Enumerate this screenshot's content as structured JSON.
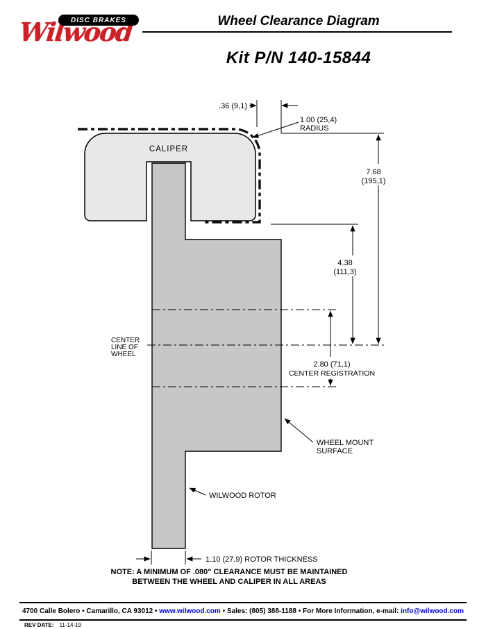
{
  "page": {
    "title_header": "Wheel Clearance Diagram",
    "kit_number": "Kit P/N 140-15844"
  },
  "logo": {
    "banner": "DISC BRAKES",
    "script": "Wilwood"
  },
  "diagram": {
    "caliper_label": "CALIPER",
    "dim_top_offset": ".36 (9,1)",
    "dim_radius_value": "1.00 (25,4)",
    "dim_radius_word": "RADIUS",
    "dim_overall_value": "7.68",
    "dim_overall_metric": "(195,1)",
    "dim_mid_value": "4.38",
    "dim_mid_metric": "(111,3)",
    "dim_center_reg_value": "2.80 (71,1)",
    "dim_center_reg_label": "CENTER REGISTRATION",
    "centerline_label_1": "CENTER",
    "centerline_label_2": "LINE OF",
    "centerline_label_3": "WHEEL",
    "wheel_mount_label_1": "WHEEL MOUNT",
    "wheel_mount_label_2": "SURFACE",
    "rotor_label": "WILWOOD ROTOR",
    "dim_rotor_thickness": "1.10 (27,9) ROTOR THICKNESS",
    "note_line_1": "NOTE: A MINIMUM OF .080\" CLEARANCE MUST BE MAINTAINED",
    "note_line_2": "BETWEEN THE WHEEL AND CALIPER IN ALL AREAS"
  },
  "footer": {
    "part1": "4700 Calle Bolero • Camarillo, CA 93012 • ",
    "website": "www.wilwood.com",
    "part2": " • Sales: (805) 388-1188 • For More Information, e-mail: ",
    "email": "info@wilwood.com",
    "rev_label": "REV DATE:",
    "rev_date": "11-14-19"
  },
  "colors": {
    "brand_red": "#cc2027",
    "link_blue": "#0000cc",
    "caliper_fill": "#e8e8e8",
    "rotor_fill": "#c7c7c7"
  }
}
